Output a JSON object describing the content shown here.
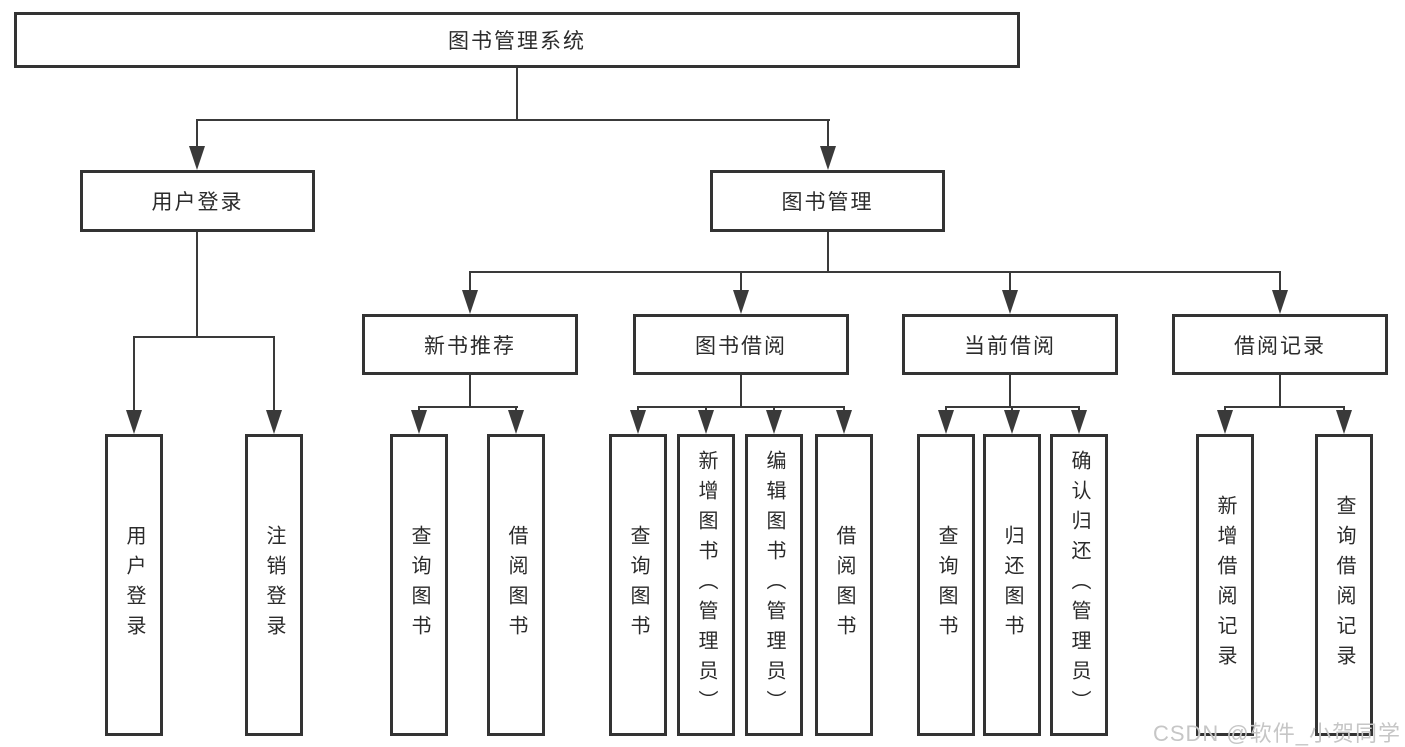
{
  "root": {
    "label": "图书管理系统"
  },
  "branches": [
    {
      "label": "用户登录",
      "leaves": [
        {
          "label": "用户登录"
        },
        {
          "label": "注销登录"
        }
      ]
    },
    {
      "label": "图书管理",
      "groups": [
        {
          "label": "新书推荐",
          "leaves": [
            {
              "label": "查询图书"
            },
            {
              "label": "借阅图书"
            }
          ]
        },
        {
          "label": "图书借阅",
          "leaves": [
            {
              "label": "查询图书"
            },
            {
              "label": "新增图书（管理员）"
            },
            {
              "label": "编辑图书（管理员）"
            },
            {
              "label": "借阅图书"
            }
          ]
        },
        {
          "label": "当前借阅",
          "leaves": [
            {
              "label": "查询图书"
            },
            {
              "label": "归还图书"
            },
            {
              "label": "确认归还（管理员）"
            }
          ]
        },
        {
          "label": "借阅记录",
          "leaves": [
            {
              "label": "新增借阅记录"
            },
            {
              "label": "查询借阅记录"
            }
          ]
        }
      ]
    }
  ],
  "watermark": "CSDN @软件_小贺同学",
  "colors": {
    "line": "#3a3a3a",
    "border": "#333333",
    "text": "#2b2b2b",
    "background": "#ffffff",
    "watermark": "#c6c6c6"
  }
}
